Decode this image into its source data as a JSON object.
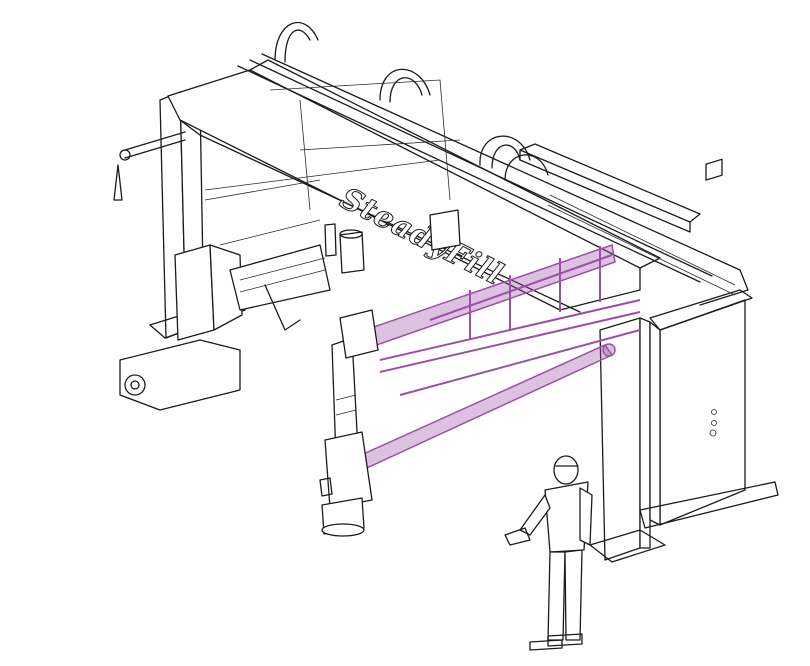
{
  "diagram": {
    "brand_logo_text": "SteadyFill",
    "colors": {
      "line": "#1b1b1b",
      "accent": "#9b4fa6",
      "background": "#ffffff"
    },
    "components": [
      "gantry-frame",
      "cable-carrier-chains",
      "top-rail-beam",
      "cross-beam",
      "drive-motor-assembly",
      "highlighted-boom-arm",
      "vertical-fill-head",
      "control-cabinet",
      "human-figure"
    ]
  }
}
